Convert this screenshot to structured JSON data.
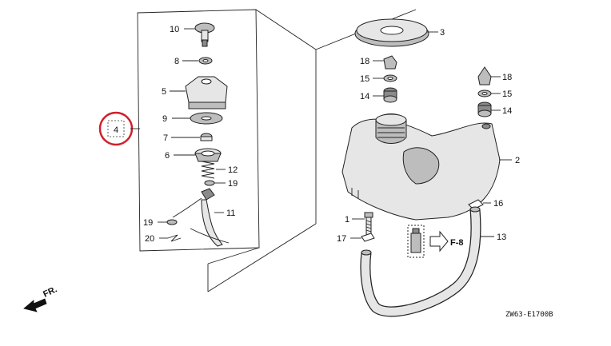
{
  "diagram": {
    "drawing_code": "ZW63-E1700B",
    "front_marker": "FR.",
    "ref_marker": "F-8",
    "highlight_color": "#d0202a",
    "labels": {
      "p1": "1",
      "p2": "2",
      "p3": "3",
      "p4": "4",
      "p5": "5",
      "p6": "6",
      "p7": "7",
      "p8": "8",
      "p9": "9",
      "p10": "10",
      "p11": "11",
      "p12": "12",
      "p13": "13",
      "p14a": "14",
      "p14b": "14",
      "p15a": "15",
      "p15b": "15",
      "p16": "16",
      "p17": "17",
      "p18a": "18",
      "p18b": "18",
      "p19a": "19",
      "p19b": "19",
      "p20": "20"
    }
  }
}
